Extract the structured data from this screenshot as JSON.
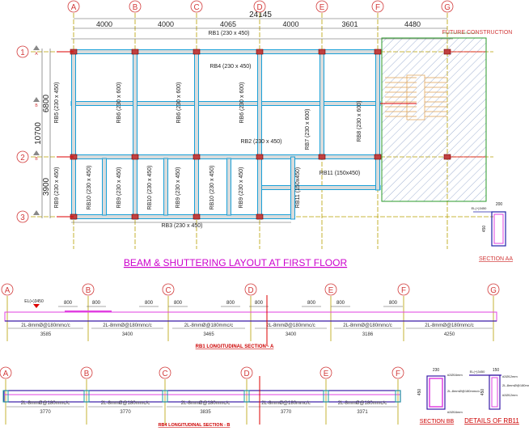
{
  "plan": {
    "title": "BEAM & SHUTTERING LAYOUT AT FIRST FLOOR",
    "grid_cols": [
      "A",
      "B",
      "C",
      "D",
      "E",
      "F",
      "G"
    ],
    "grid_rows": [
      "1",
      "2",
      "3"
    ],
    "overall_dim": "24145",
    "span_dims": [
      "4000",
      "4000",
      "4065",
      "4000",
      "3601",
      "4480"
    ],
    "row_dims": [
      "10700",
      "6800",
      "3900"
    ],
    "future_label": "FUTURE CONSTRUCTION",
    "beam_labels": [
      "RB1 (230 x 450)",
      "RB4 (230 x 450)",
      "RB2 (230 x 450)",
      "RB3 (230 x 450)",
      "RB5 (230 x 450)",
      "RB6 (230 x 600)",
      "RB6 (230 x 600)",
      "RB6 (230 x 600)",
      "RB7 (230 x 600)",
      "RB8 (230 x 600)",
      "RB9 (230 x 450)",
      "RB10 (230 x 450)",
      "RB9 (230 x 450)",
      "RB10 (230 x 450)",
      "RB9 (230 x 450)",
      "RB10 (230 x 450)",
      "RB9 (230 x 450)",
      "RB11 (150x450)",
      "RB11 (150x450)"
    ],
    "section_marks": [
      "A",
      "B",
      "B"
    ]
  },
  "section_aa": {
    "title": "SECTION AA",
    "width": "200",
    "depth": "450",
    "level": "EL(+)3450"
  },
  "section_a": {
    "title": "RB1 LONGITUDINAL SECTION - A",
    "grid": [
      "A",
      "B",
      "C",
      "D",
      "E",
      "F",
      "G"
    ],
    "level": "EL(+)3450",
    "lap": "800",
    "stirrups": "2L-8mmØ@180mmc/c",
    "spans": [
      "3585",
      "3400",
      "3465",
      "3400",
      "3186",
      "4250"
    ]
  },
  "section_b": {
    "title": "RB4 LONGITUDINAL SECTION - B",
    "grid": [
      "A",
      "B",
      "C",
      "D",
      "E",
      "F"
    ],
    "stirrups": "2L-8mmØ@180mmc/c",
    "spans": [
      "3770",
      "3770",
      "3835",
      "3770",
      "3371"
    ]
  },
  "section_bb": {
    "title": "SECTION BB",
    "width": "230",
    "depth": "450",
    "top_bar": "#2Ø16mm",
    "stirrups": "2L-8mmØ@180mmc/c",
    "bottom_bar": "#2Ø16mm"
  },
  "details_rb11": {
    "title": "DETAILS OF RB11",
    "width": "150",
    "depth": "450",
    "level": "EL(+)3450",
    "top_bar": "#2Ø12mm",
    "stirrups": "2L-8mmØ@180mmc/c",
    "bottom_bar": "#2Ø12mm"
  },
  "colors": {
    "grid": "#d23a3a",
    "axis": "#b8a000",
    "beam": "#1aa0d8",
    "future": "#2a9a2a",
    "title": "#cc00cc",
    "section_beam": "#e040e0",
    "section_edge": "#3a1aa8",
    "stair": "#e0a050"
  }
}
